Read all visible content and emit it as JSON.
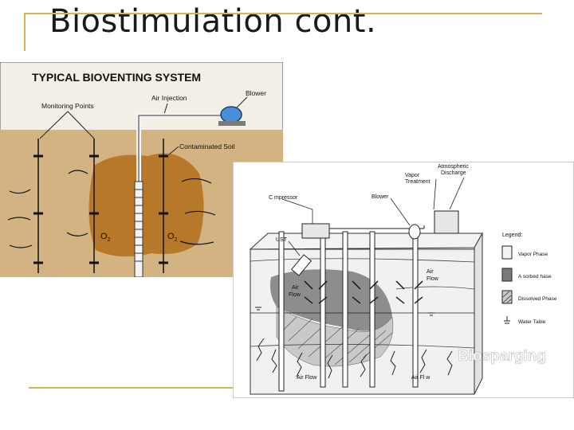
{
  "slide": {
    "title": "Biostimulation cont."
  },
  "bioventing": {
    "heading": "TYPICAL BIOVENTING SYSTEM",
    "monitoring_points": "Monitoring Points",
    "air_injection": "Air Injection",
    "blower": "Blower",
    "contaminated_soil": "Contaminated Soil",
    "o2_left": "O",
    "o2_right": "O",
    "o2_sub": "2",
    "colors": {
      "sky": "#f2f0e6",
      "soil": "#d4b383",
      "plume": "#b8782a"
    }
  },
  "biosparging": {
    "compressor": "C mpressor",
    "vapor_treatment_1": "Vapor",
    "vapor_treatment_2": "Treatment",
    "atmospheric_1": "Atmospheric",
    "atmospheric_2": "Discharge",
    "blower": "Blower",
    "ust": "UST",
    "air_flow_1a": "Air",
    "air_flow_1b": "Flow",
    "air_flow_2a": "Air",
    "air_flow_2b": "Flow",
    "air_flow_bottom_left": "Air Flow",
    "air_flow_bottom_right": "Air Fl w",
    "legend_title": "Legend:",
    "legend_items": [
      "Vapor Phase",
      "A sorbed hase",
      "Dissolved Phase",
      "Water Table"
    ],
    "overlay_label": "Biosparging"
  }
}
